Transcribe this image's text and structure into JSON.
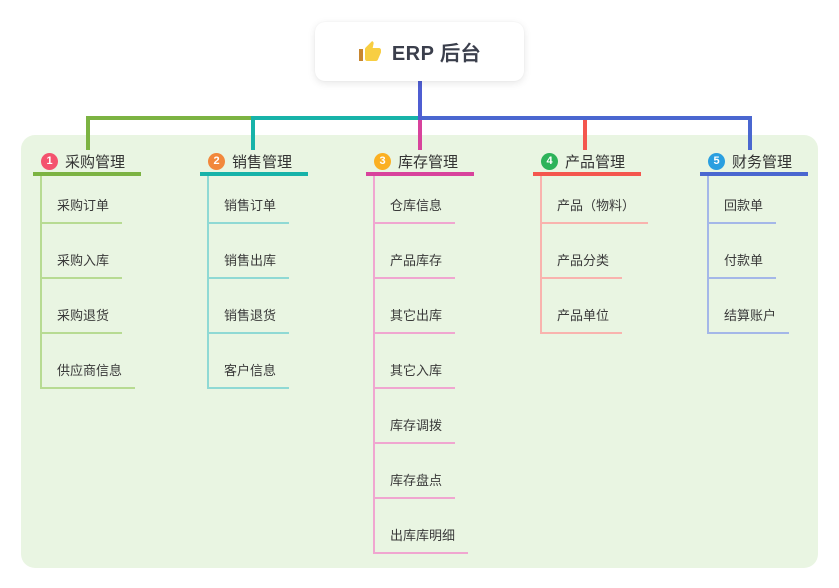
{
  "root": {
    "label": "ERP 后台",
    "icon": "thumbs-up-icon"
  },
  "colors": {
    "panel_bg": "#e9f5e2",
    "root_line": "#4f5ed2",
    "icon_thumb": "#f8ce42",
    "icon_cuff": "#c8862f"
  },
  "branches": [
    {
      "badge": "1",
      "label": "采购管理",
      "badge_color": "#f4536e",
      "line_color": "#7cb342",
      "child_line_color": "#b7db92",
      "children": [
        "采购订单",
        "采购入库",
        "采购退货",
        "供应商信息"
      ]
    },
    {
      "badge": "2",
      "label": "销售管理",
      "badge_color": "#f2883c",
      "line_color": "#17b3a9",
      "child_line_color": "#8fd9d4",
      "children": [
        "销售订单",
        "销售出库",
        "销售退货",
        "客户信息"
      ]
    },
    {
      "badge": "3",
      "label": "库存管理",
      "badge_color": "#fbb022",
      "line_color": "#d8439c",
      "child_line_color": "#f0a6d0",
      "children": [
        "仓库信息",
        "产品库存",
        "其它出库",
        "其它入库",
        "库存调拨",
        "库存盘点",
        "出库库明细"
      ]
    },
    {
      "badge": "4",
      "label": "产品管理",
      "badge_color": "#2db35a",
      "line_color": "#f4564e",
      "child_line_color": "#f9b3ae",
      "children": [
        "产品（物料）",
        "产品分类",
        "产品单位"
      ]
    },
    {
      "badge": "5",
      "label": "财务管理",
      "badge_color": "#2a9fe0",
      "line_color": "#4a67d0",
      "child_line_color": "#a4b7e8",
      "children": [
        "回款单",
        "付款单",
        "结算账户"
      ]
    }
  ]
}
